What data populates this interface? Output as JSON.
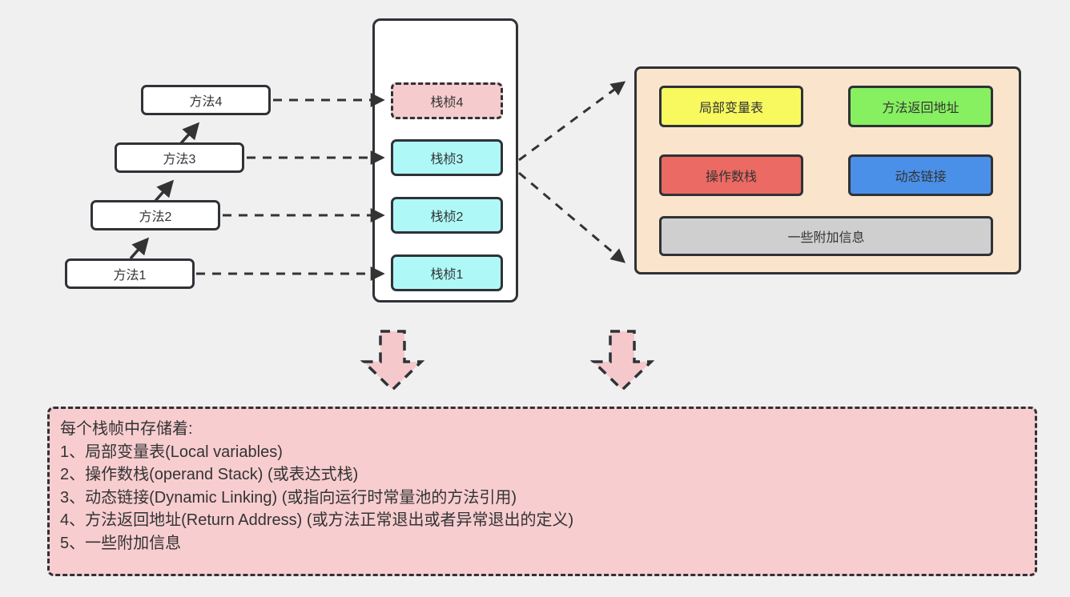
{
  "diagram_type": "jvm-stack-frame-diagram",
  "colors": {
    "background": "#f0f0f0",
    "line": "#333333",
    "box_border": "#2f3237",
    "method_box_fill": "#ffffff",
    "frame_cyan": "#aff8f8",
    "frame_pink": "#f5cbcd",
    "panel_peach": "#fae5cc",
    "local_vars_yellow": "#f8f85f",
    "return_addr_green": "#86f060",
    "operand_stack_red": "#eb6a63",
    "dynamic_link_blue": "#4a90e8",
    "extra_info_gray": "#cfcfcf",
    "note_pink": "#f7cdd0",
    "down_arrow_pink": "#f5c9cb"
  },
  "methods": [
    {
      "label": "方法1"
    },
    {
      "label": "方法2"
    },
    {
      "label": "方法3"
    },
    {
      "label": "方法4"
    }
  ],
  "stack_frames": [
    {
      "label": "栈桢1"
    },
    {
      "label": "栈桢2"
    },
    {
      "label": "栈桢3"
    },
    {
      "label": "栈桢4"
    }
  ],
  "frame_detail": {
    "local_vars": "局部变量表",
    "return_addr": "方法返回地址",
    "operand_stack": "操作数栈",
    "dynamic_link": "动态链接",
    "extra_info": "一些附加信息"
  },
  "note": {
    "lines": [
      "每个栈帧中存储着:",
      "1、局部变量表(Local variables)",
      "2、操作数栈(operand Stack) (或表达式栈)",
      "3、动态链接(Dynamic Linking) (或指向运行时常量池的方法引用)",
      "4、方法返回地址(Return Address) (或方法正常退出或者异常退出的定义)",
      "5、一些附加信息"
    ]
  }
}
